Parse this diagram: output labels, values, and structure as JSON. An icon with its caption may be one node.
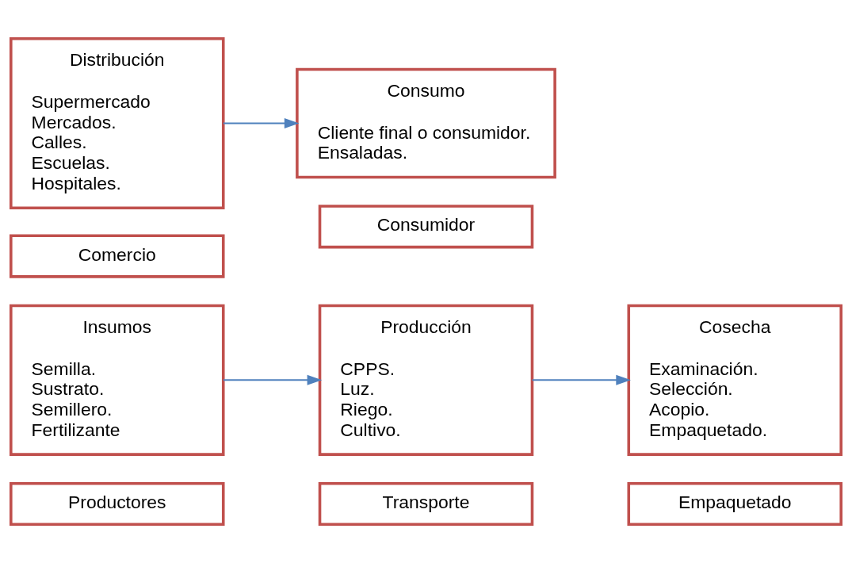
{
  "diagram": {
    "nodes": [
      {
        "text": [
          "Insumos",
          "Semilla.",
          "Sustrato.",
          "Semillero.",
          "Fertilizante"
        ]
      },
      {
        "text": [
          "Productores"
        ]
      },
      {
        "text": [
          "Producción",
          "CPPS.",
          "Luz.",
          "Riego.",
          "Cultivo."
        ]
      },
      {
        "text": [
          "Transporte"
        ]
      },
      {
        "text": [
          "Cosecha",
          "Examinación.",
          "Selección.",
          "Acopio.",
          "Empaquetado."
        ]
      },
      {
        "text": [
          "Empaquetado"
        ]
      },
      {
        "text": [
          "Distribución",
          "Supermercado",
          "Mercados.",
          "Calles.",
          "Escuelas.",
          "Hospitales."
        ]
      },
      {
        "text": [
          "Comercio"
        ]
      },
      {
        "text": [
          "Consumo",
          "Cliente final o consumidor.",
          "Ensaladas."
        ]
      },
      {
        "text": [
          "Consumidor"
        ]
      }
    ],
    "edges": [
      {
        "from": 0,
        "to": 2,
        "arrow": "to"
      },
      {
        "from": 2,
        "to": 4,
        "arrow": "to"
      },
      {
        "from": 6,
        "to": 8,
        "arrow": "to"
      }
    ]
  }
}
